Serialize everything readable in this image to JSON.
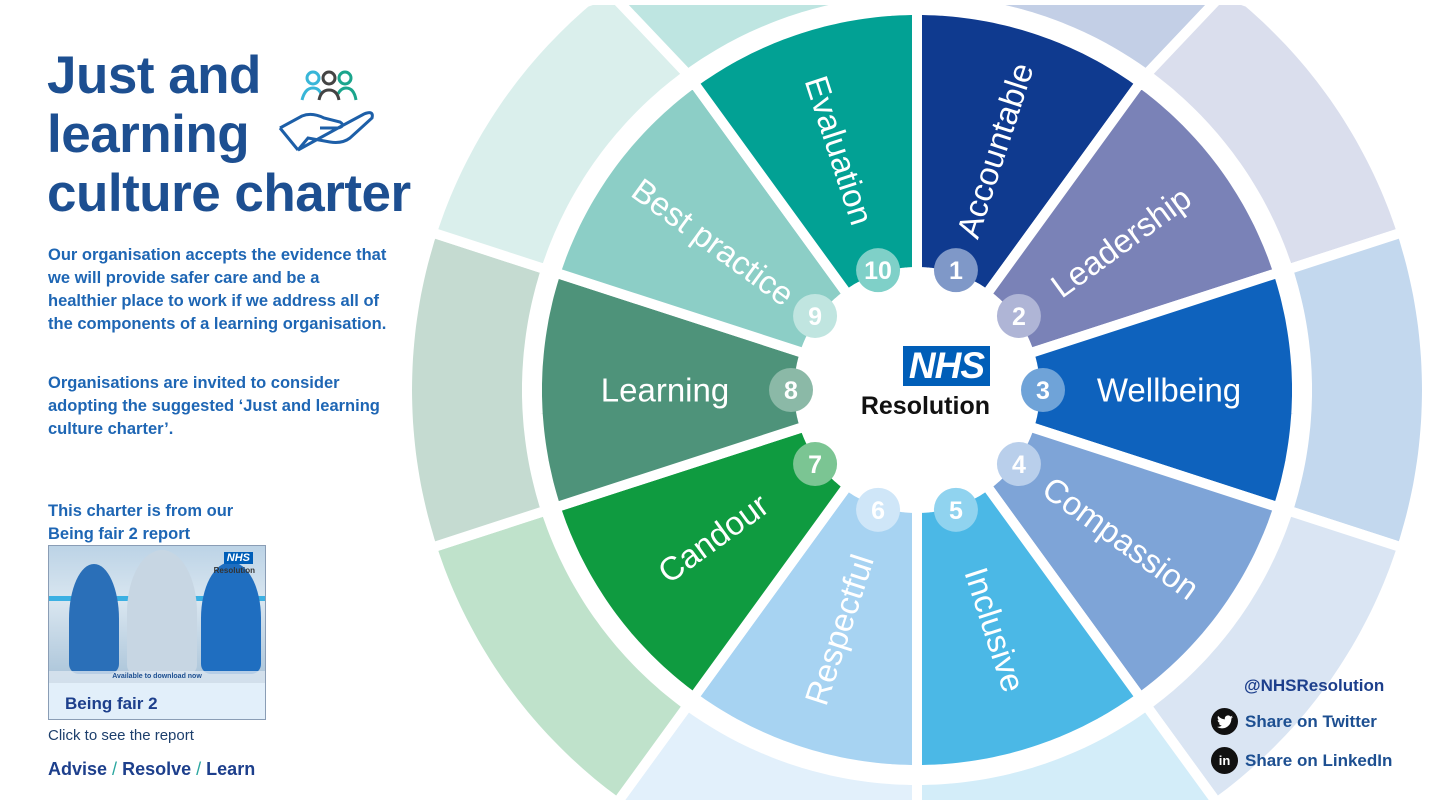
{
  "header": {
    "title_lines": [
      "Just and",
      "learning",
      "culture charter"
    ],
    "icon": "hand-holding-people-icon"
  },
  "intro": {
    "paragraph1": "Our organisation accepts the evidence that we will provide safer care and be a healthier place to work if we address all of the components of a learning organisation.",
    "paragraph2": "Organisations are invited to consider adopting the suggested ‘Just and learning culture charter’."
  },
  "report": {
    "from_text": "This charter is from our Being fair 2 report",
    "thumbnail_logo_nhs": "NHS",
    "thumbnail_logo_name": "Resolution",
    "thumbnail_banner": "Available to download now",
    "thumbnail_title": "Being fair 2",
    "click_text": "Click to see the report"
  },
  "tagline": {
    "advise": "Advise",
    "sep": "/",
    "resolve": "Resolve",
    "learn": "Learn"
  },
  "logo": {
    "nhs": "NHS",
    "name": "Resolution"
  },
  "social": {
    "handle": "@NHSResolution",
    "twitter": "Share on Twitter",
    "linkedin": "Share on LinkedIn",
    "twitter_icon": "twitter-icon",
    "linkedin_icon": "linkedin-icon",
    "linkedin_glyph": "in"
  },
  "wheel": {
    "segments": [
      {
        "number": "1",
        "label": "Accountable",
        "color": "#0f3a8f",
        "outer": "#c3cfe6",
        "badge": "#7f98c8"
      },
      {
        "number": "2",
        "label": "Leadership",
        "color": "#7a82b7",
        "outer": "#dadeed",
        "badge": "#afb5d6"
      },
      {
        "number": "3",
        "label": "Wellbeing",
        "color": "#0e62bd",
        "outer": "#c3d8ee",
        "badge": "#6fa3d8"
      },
      {
        "number": "4",
        "label": "Compassion",
        "color": "#7ea4d7",
        "outer": "#dae5f3",
        "badge": "#b9cfeb"
      },
      {
        "number": "5",
        "label": "Inclusive",
        "color": "#4bb8e6",
        "outer": "#d3edf9",
        "badge": "#90d3ef"
      },
      {
        "number": "6",
        "label": "Respectful",
        "color": "#a7d3f2",
        "outer": "#e2f0fb",
        "badge": "#cfe6f8"
      },
      {
        "number": "7",
        "label": "Candour",
        "color": "#0f9b40",
        "outer": "#bfe2cb",
        "badge": "#7bc593"
      },
      {
        "number": "8",
        "label": "Learning",
        "color": "#4e937a",
        "outer": "#c5dbd1",
        "badge": "#8bb9a7"
      },
      {
        "number": "9",
        "label": "Best practice",
        "color": "#8ccec6",
        "outer": "#daefec",
        "badge": "#c0e5e0"
      },
      {
        "number": "10",
        "label": "Evaluation",
        "color": "#02a194",
        "outer": "#bee5e1",
        "badge": "#7fd0c8"
      }
    ]
  }
}
